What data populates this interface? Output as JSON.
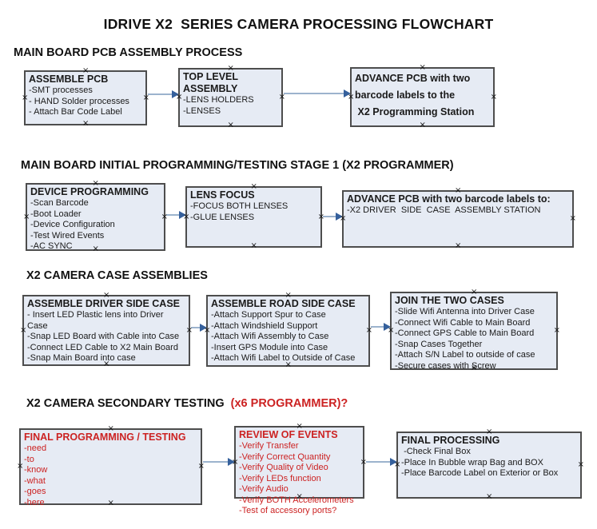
{
  "title": "IDRIVE X2  SERIES CAMERA PROCESSING FLOWCHART",
  "icons": {
    "connection_handle": "×",
    "arrow_head": "right-triangle"
  },
  "colors": {
    "box_fill": "#e6ebf4",
    "box_border": "#4d4d4d",
    "arrow_line": "#9cb3cd",
    "arrow_head": "#35609c",
    "accent_red": "#cc2222",
    "text": "#111111"
  },
  "sections": [
    {
      "heading": "MAIN BOARD PCB ASSEMBLY PROCESS",
      "boxes": [
        {
          "title": "ASSEMBLE PCB",
          "items": [
            "-SMT processes",
            "- HAND Solder processes",
            "- Attach Bar Code Label"
          ]
        },
        {
          "title": "TOP LEVEL ASSEMBLY",
          "items": [
            "-LENS HOLDERS",
            "-LENSES"
          ]
        },
        {
          "title": "ADVANCE PCB with two\nbarcode labels to the\n X2 Programming Station",
          "items": []
        }
      ]
    },
    {
      "heading": "MAIN BOARD INITIAL PROGRAMMING/TESTING STAGE 1 (X2 PROGRAMMER)",
      "boxes": [
        {
          "title": "DEVICE PROGRAMMING",
          "items": [
            "-Scan Barcode",
            "-Boot Loader",
            "-Device Configuration",
            "-Test Wired Events",
            "-AC SYNC"
          ]
        },
        {
          "title": "LENS FOCUS",
          "items": [
            "-FOCUS BOTH LENSES",
            "-GLUE LENSES"
          ]
        },
        {
          "title": "ADVANCE PCB with two barcode labels to:",
          "items": [
            "-X2 DRIVER  SIDE  CASE  ASSEMBLY STATION"
          ]
        }
      ]
    },
    {
      "heading": "X2 CAMERA CASE ASSEMBLIES",
      "boxes": [
        {
          "title": "ASSEMBLE DRIVER SIDE CASE",
          "items": [
            "- Insert LED Plastic lens into Driver Case",
            "-Snap LED Board with Cable into Case",
            "-Connect LED Cable to X2 Main Board",
            "-Snap Main Board into case"
          ]
        },
        {
          "title": "ASSEMBLE ROAD SIDE CASE",
          "items": [
            "-Attach Support Spur to Case",
            "-Attach Windshield Support",
            "-Attach Wifi Assembly to Case",
            "-Insert GPS Module into Case",
            "-Attach Wifi Label to Outside of Case"
          ]
        },
        {
          "title": "JOIN THE TWO CASES",
          "items": [
            "-Slide Wifi Antenna into Driver Case",
            "-Connect Wifi Cable to Main Board",
            "-Connect GPS Cable to Main Board",
            "-Snap Cases Together",
            "-Attach S/N Label to outside of case",
            "-Secure cases with Screw"
          ]
        }
      ]
    },
    {
      "heading": "X2 CAMERA SECONDARY TESTING ",
      "heading_suffix": " (x6 PROGRAMMER)?",
      "boxes": [
        {
          "title": "FINAL PROGRAMMING / TESTING",
          "items": [
            "-need",
            "-to",
            "-know",
            "-what",
            "-goes",
            "-here"
          ]
        },
        {
          "title": "REVIEW OF EVENTS",
          "items": [
            "-Verify Transfer",
            "-Verify Correct Quantity",
            "-Verify Quality of Video",
            "-Verify LEDs function",
            "-Verify Audio",
            "-Verify BOTH Accelerometers",
            "-Test of accessory ports?"
          ]
        },
        {
          "title": "FINAL PROCESSING",
          "items": [
            " -Check Final Box",
            "-Place In Bubble wrap Bag and BOX",
            "-Place Barcode Label on Exterior or Box"
          ]
        }
      ]
    }
  ]
}
